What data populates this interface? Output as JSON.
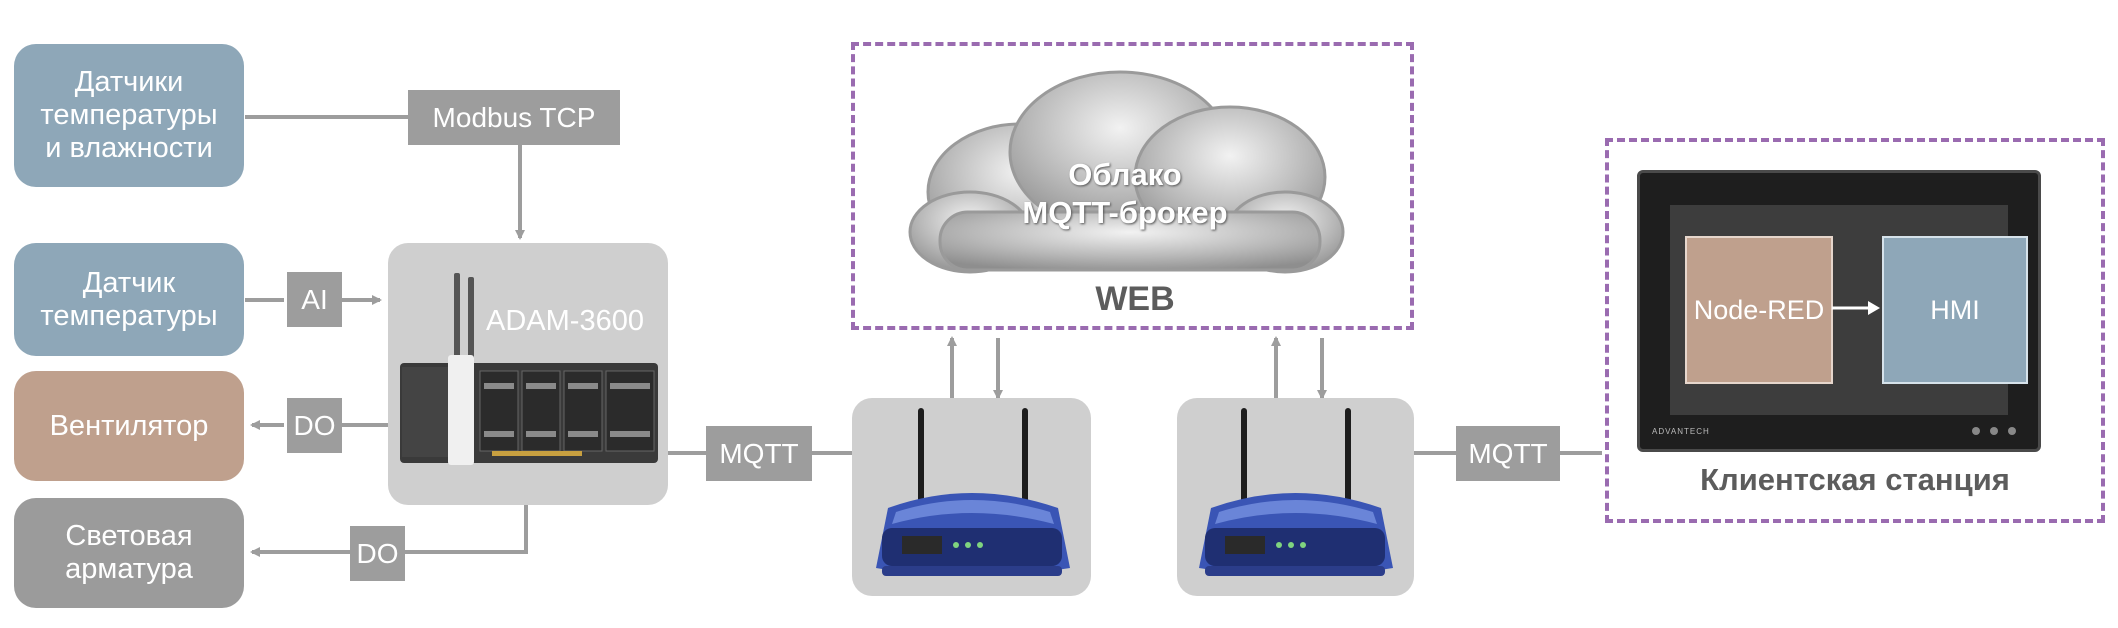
{
  "nodes": {
    "temp_humidity_sensors": "Датчики\nтемпературы\nи влажности",
    "temp_sensor": "Датчик\nтемпературы",
    "fan": "Вентилятор",
    "lighting": "Световая\nарматура"
  },
  "labels": {
    "modbus": "Modbus TCP",
    "ai": "AI",
    "do_fan": "DO",
    "do_light": "DO",
    "mqtt_left": "MQTT",
    "mqtt_right": "MQTT"
  },
  "controller": {
    "name": "ADAM-3600"
  },
  "cloud": {
    "title": "Облако\nMQTT-брокер",
    "caption": "WEB"
  },
  "client": {
    "node_red": "Node-RED",
    "hmi": "HMI",
    "caption": "Клиентская станция",
    "brand": "ADVANTECH"
  },
  "colors": {
    "blue_node": "#8ea7b8",
    "brown_node": "#bfa08d",
    "gray_node": "#9b9b9b",
    "tag": "#9d9d9d",
    "dashed_border": "#9a6bb0",
    "device_box": "#cfcfcf"
  },
  "icons": [
    "router-icon",
    "cloud-icon",
    "antenna-icon",
    "arrow-icon"
  ]
}
